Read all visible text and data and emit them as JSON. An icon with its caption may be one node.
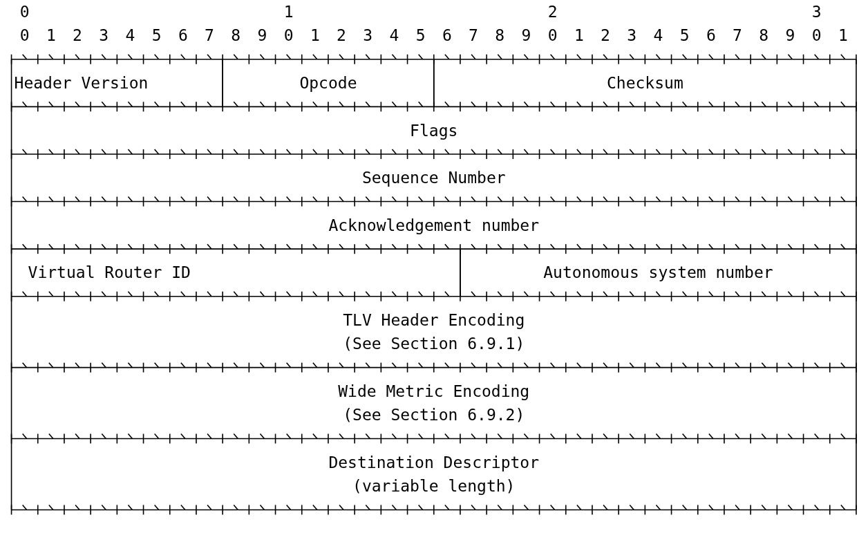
{
  "diagram": {
    "nodes": [
      {
        "text": [
          "Header Version"
        ]
      },
      {
        "text": [
          "Opcode"
        ]
      },
      {
        "text": [
          "Checksum"
        ]
      },
      {
        "text": [
          "Flags"
        ]
      },
      {
        "text": [
          "Sequence Number"
        ]
      },
      {
        "text": [
          "Acknowledgement number"
        ]
      },
      {
        "text": [
          "Virtual Router ID"
        ]
      },
      {
        "text": [
          "Autonomous system number"
        ]
      },
      {
        "text": [
          "TLV Header Encoding",
          "(See Section 6.9.1)"
        ]
      },
      {
        "text": [
          "Wide Metric Encoding",
          "(See Section 6.9.2)"
        ]
      },
      {
        "text": [
          "Destination Descriptor",
          "(variable length)"
        ]
      }
    ],
    "labels": [
      "0",
      "1",
      "2",
      "3",
      "0",
      "1",
      "2",
      "3",
      "4",
      "5",
      "6",
      "7",
      "8",
      "9",
      "0",
      "1",
      "2",
      "3",
      "4",
      "5",
      "6",
      "7",
      "8",
      "9",
      "0",
      "1",
      "2",
      "3",
      "4",
      "5",
      "6",
      "7",
      "8",
      "9",
      "0",
      "1"
    ]
  }
}
